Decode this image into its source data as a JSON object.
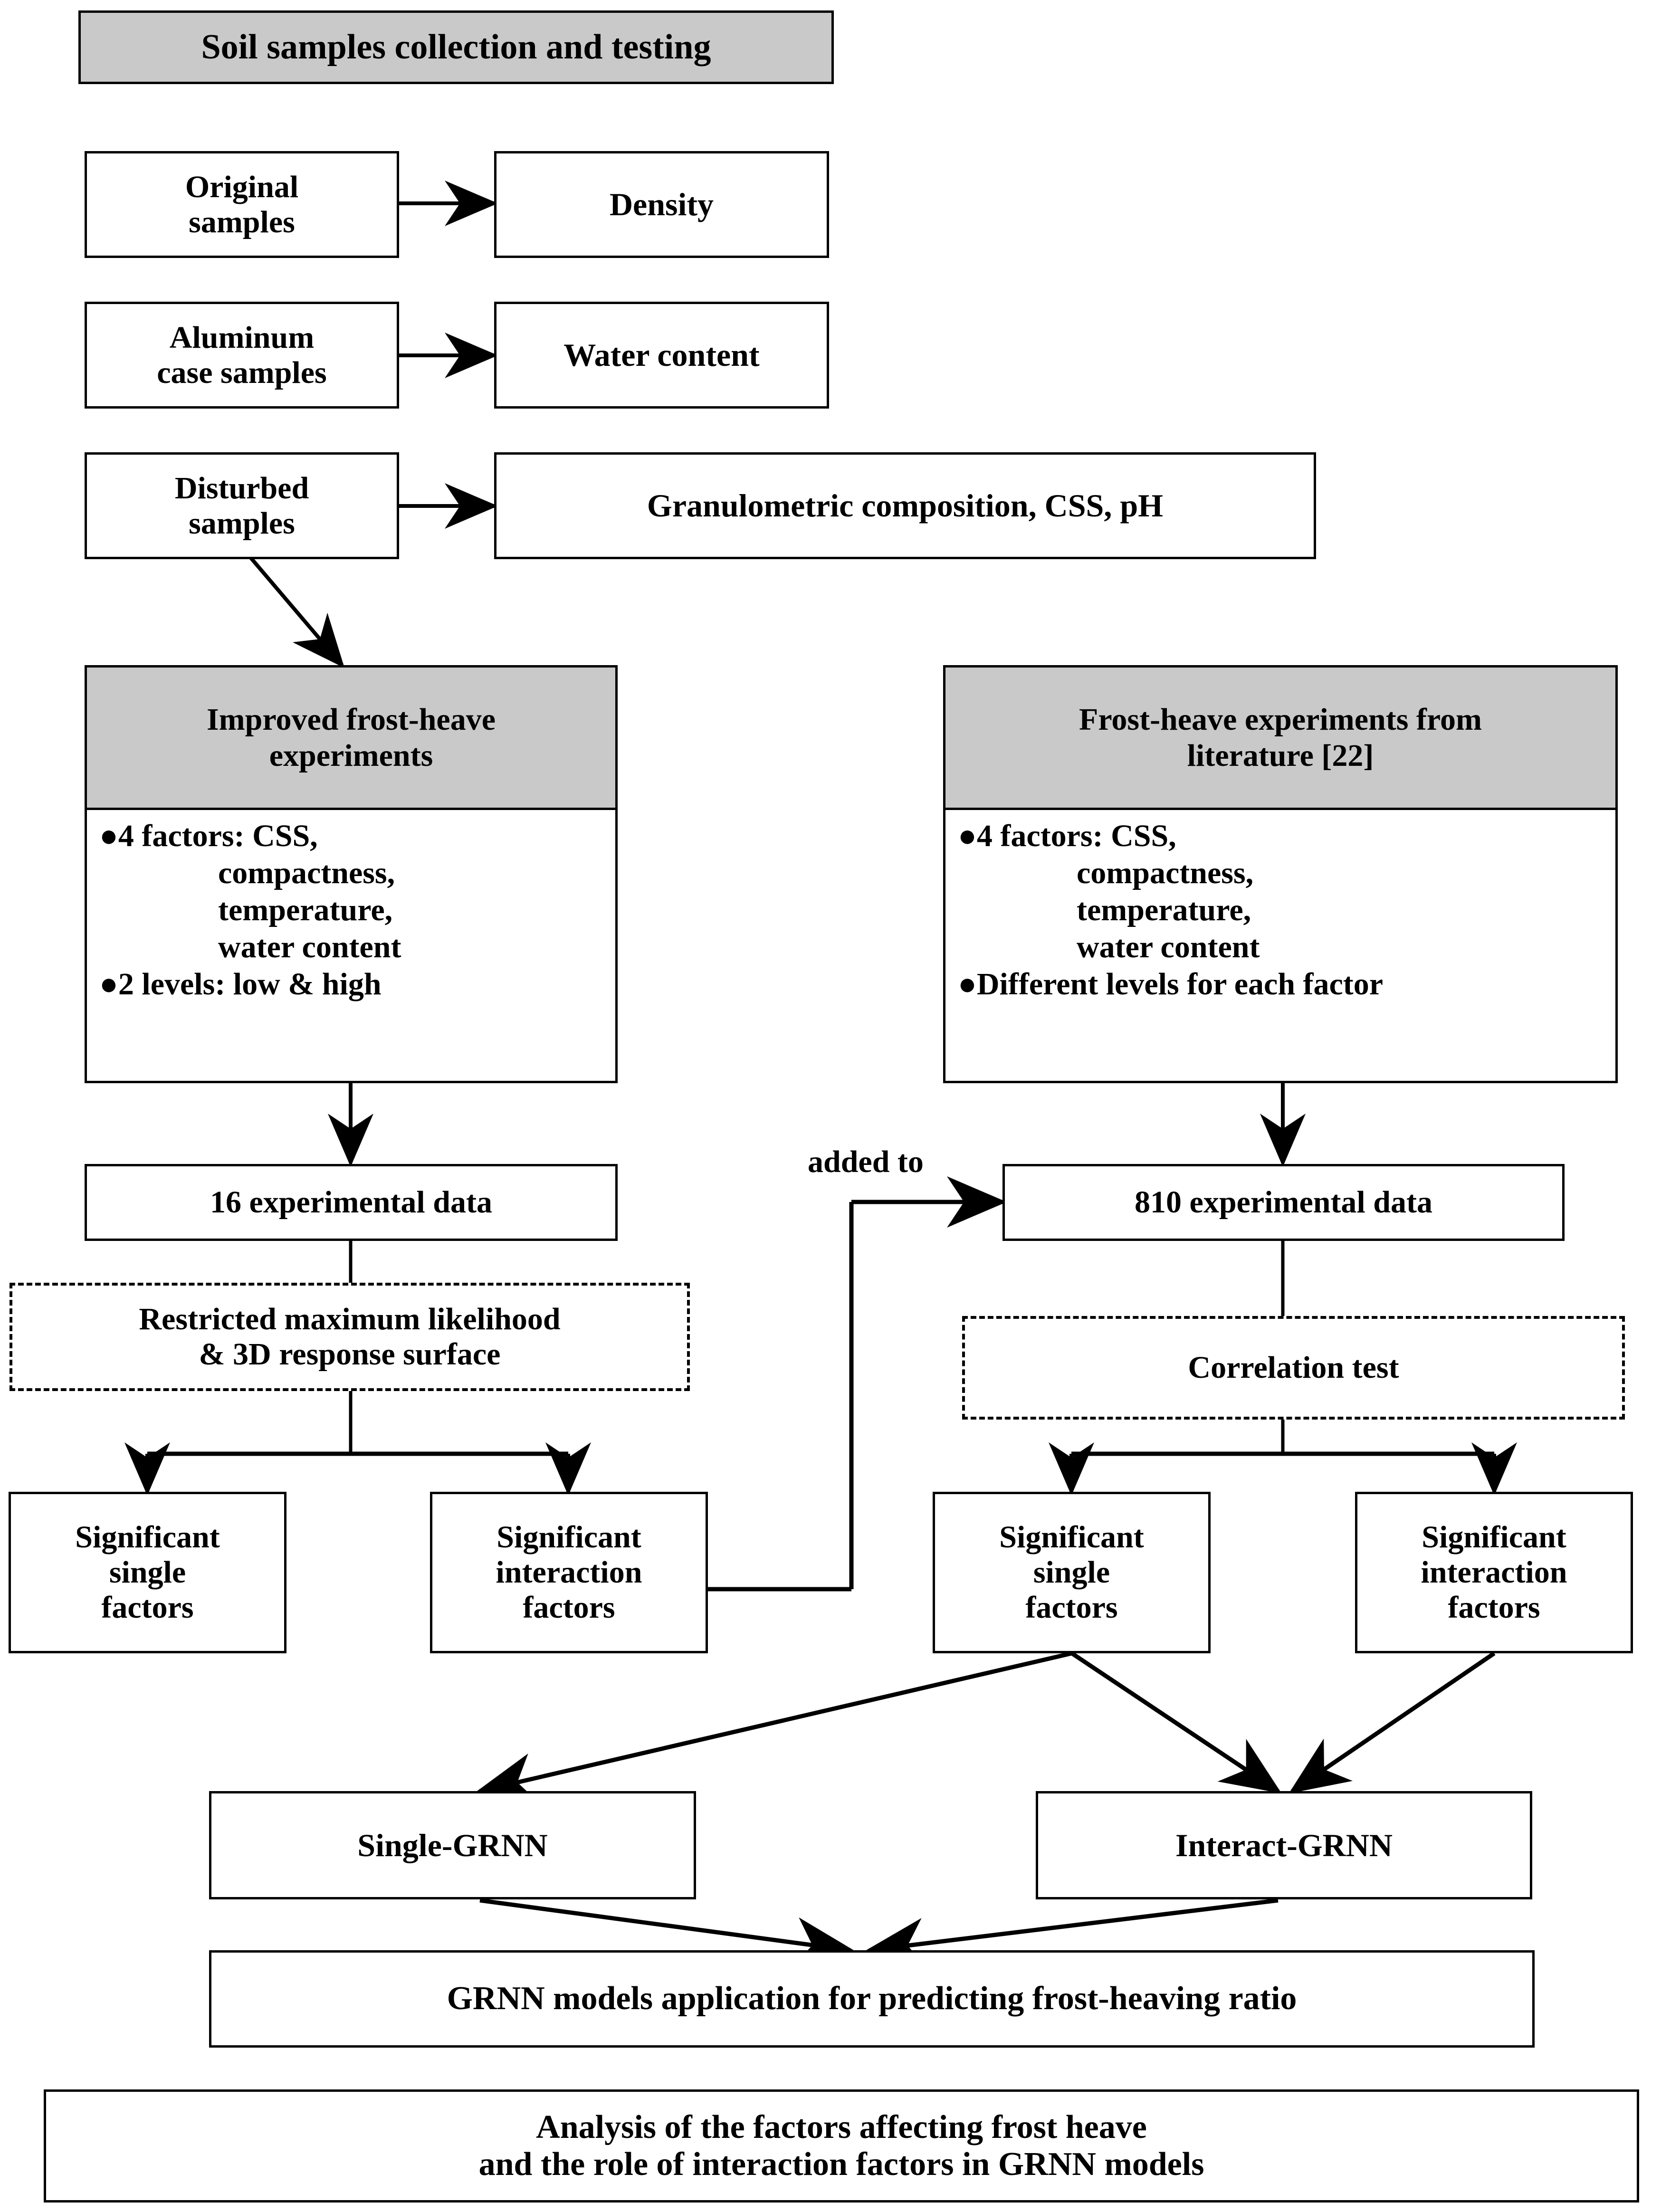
{
  "diagram": {
    "title_box": {
      "label": "Soil samples collection and testing"
    },
    "sample_boxes": [
      {
        "label": "Original\nsamples"
      },
      {
        "label": "Aluminum\ncase samples"
      },
      {
        "label": "Disturbed\nsamples"
      }
    ],
    "test_boxes": [
      {
        "label": "Density"
      },
      {
        "label": "Water content"
      },
      {
        "label": "Granulometric composition, CSS, pH"
      }
    ],
    "experiment_panels": [
      {
        "title": "Improved frost-heave\nexperiments",
        "bullets": [
          {
            "marker": "●",
            "text": "4 factors: CSS,"
          },
          {
            "marker": "",
            "text": "compactness,"
          },
          {
            "marker": "",
            "text": "temperature,"
          },
          {
            "marker": "",
            "text": "water content"
          },
          {
            "marker": "●",
            "text": "2 levels: low & high"
          }
        ]
      },
      {
        "title": "Frost-heave experiments from\nliterature [22]",
        "bullets": [
          {
            "marker": "●",
            "text": "4 factors: CSS,"
          },
          {
            "marker": "",
            "text": "compactness,"
          },
          {
            "marker": "",
            "text": "temperature,"
          },
          {
            "marker": "",
            "text": "water content"
          },
          {
            "marker": "●",
            "text": "Different levels for each factor"
          }
        ]
      }
    ],
    "data_boxes": [
      {
        "label": "16 experimental data"
      },
      {
        "label": "810 experimental data"
      }
    ],
    "method_boxes": [
      {
        "label": "Restricted maximum likelihood\n& 3D response surface"
      },
      {
        "label": "Correlation test"
      }
    ],
    "factor_boxes": [
      {
        "label": "Significant\nsingle\nfactors"
      },
      {
        "label": "Significant\ninteraction\nfactors"
      },
      {
        "label": "Significant\nsingle\nfactors"
      },
      {
        "label": "Significant\ninteraction\nfactors"
      }
    ],
    "model_boxes": [
      {
        "label": "Single-GRNN"
      },
      {
        "label": "Interact-GRNN"
      }
    ],
    "application_box": {
      "label": "GRNN models application for predicting frost-heaving ratio"
    },
    "conclusion_box": {
      "label": "Analysis of the factors affecting frost heave\nand the role of interaction factors in GRNN models"
    },
    "edge_labels": [
      {
        "text": "added to"
      }
    ],
    "colors": {
      "shaded_header": "#c9c9c9",
      "line": "#000000",
      "background": "#ffffff"
    }
  }
}
